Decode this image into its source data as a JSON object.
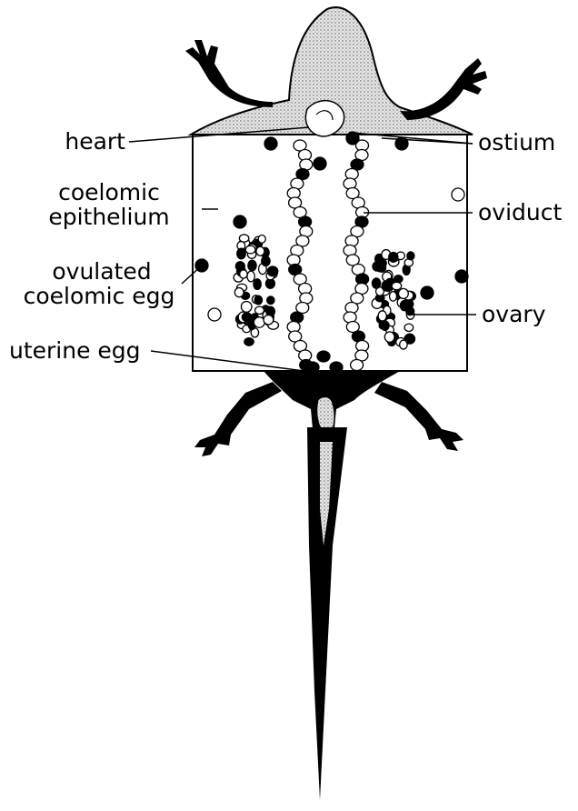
{
  "labels": {
    "heart": "heart",
    "ostium": "ostium",
    "coelomic_epithelium_line1": "coelomic",
    "coelomic_epithelium_line2": "epithelium",
    "oviduct": "oviduct",
    "ovulated_line1": "ovulated",
    "ovulated_line2": "coelomic egg",
    "ovary": "ovary",
    "uterine_egg": "uterine egg"
  },
  "colors": {
    "ink": "#000000",
    "stipple": "#c8c8c8",
    "paper": "#ffffff"
  }
}
